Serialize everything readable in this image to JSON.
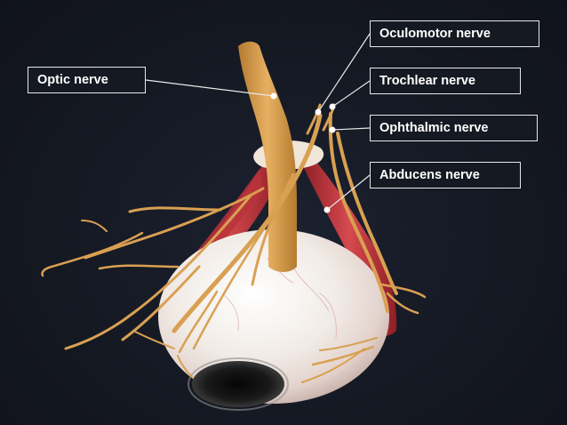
{
  "labels": {
    "optic_nerve": "Optic nerve",
    "oculomotor_nerve": "Oculomotor nerve",
    "trochlear_nerve": "Trochlear nerve",
    "ophthalmic_nerve": "Ophthalmic nerve",
    "abducens_nerve": "Abducens nerve"
  },
  "colors": {
    "background": "#141821",
    "nerve": "#d9a052",
    "muscle": "#c8353c",
    "sclera": "#f1ebe6",
    "label_border": "#e8e8e8",
    "leader_line": "#e8e8e8"
  }
}
